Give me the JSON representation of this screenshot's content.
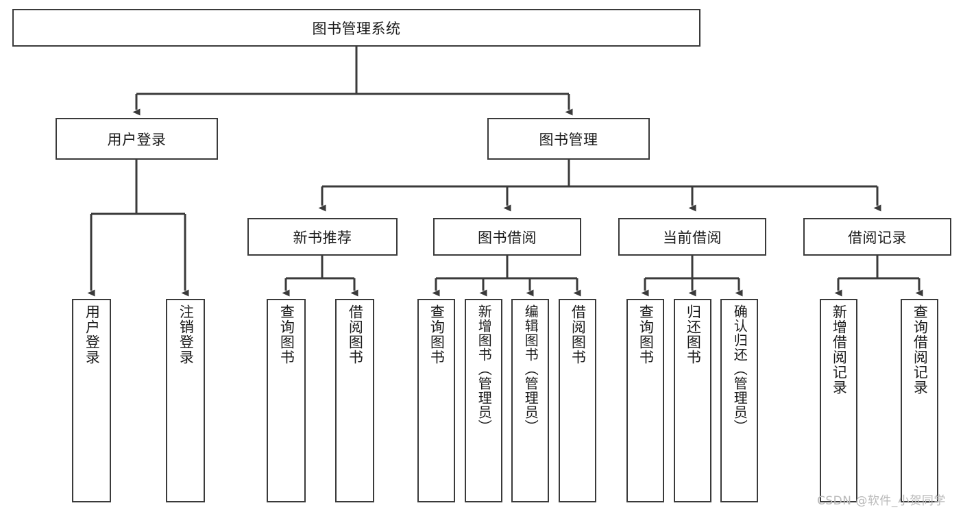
{
  "diagram": {
    "type": "tree-hierarchy-diagram",
    "title": "图书管理系统",
    "watermark": "CSDN @软件_小贺同学",
    "colors": {
      "box_border": "#3a3a3a",
      "box_fill": "#ffffff",
      "connector": "#3a3a3a",
      "text": "#1b1b1b",
      "watermark": "#b9b9b9"
    },
    "nodes": {
      "root": {
        "label": "图书管理系统",
        "level": 1
      },
      "level2": [
        {
          "id": "user-login",
          "label": "用户登录"
        },
        {
          "id": "book-management",
          "label": "图书管理"
        }
      ],
      "level3": [
        {
          "id": "new-book-recommend",
          "label": "新书推荐"
        },
        {
          "id": "book-borrow",
          "label": "图书借阅"
        },
        {
          "id": "current-borrow",
          "label": "当前借阅"
        },
        {
          "id": "borrow-record",
          "label": "借阅记录"
        }
      ],
      "leaves": {
        "user-login": [
          {
            "id": "leaf-user-login",
            "label": "用户登录"
          },
          {
            "id": "leaf-user-logout",
            "label": "注销登录"
          }
        ],
        "new-book-recommend": [
          {
            "id": "leaf-query-book-1",
            "label": "查询图书"
          },
          {
            "id": "leaf-borrow-book-1",
            "label": "借阅图书"
          }
        ],
        "book-borrow": [
          {
            "id": "leaf-query-book-2",
            "label": "查询图书"
          },
          {
            "id": "leaf-add-book",
            "label": "新增图书（管理员）"
          },
          {
            "id": "leaf-edit-book",
            "label": "编辑图书（管理员）"
          },
          {
            "id": "leaf-borrow-book-2",
            "label": "借阅图书"
          }
        ],
        "current-borrow": [
          {
            "id": "leaf-query-book-3",
            "label": "查询图书"
          },
          {
            "id": "leaf-return-book",
            "label": "归还图书"
          },
          {
            "id": "leaf-confirm-return",
            "label": "确认归还（管理员）"
          }
        ],
        "borrow-record": [
          {
            "id": "leaf-add-record",
            "label": "新增借阅记录"
          },
          {
            "id": "leaf-query-record",
            "label": "查询借阅记录"
          }
        ]
      }
    }
  }
}
